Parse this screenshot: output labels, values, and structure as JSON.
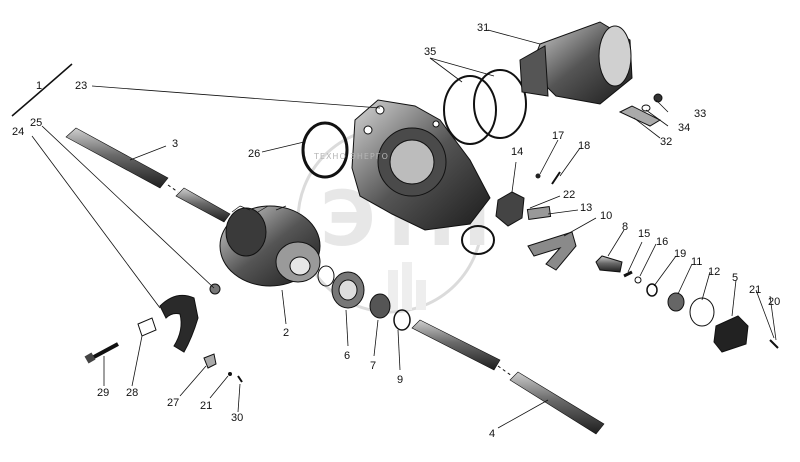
{
  "diagram": {
    "callouts": [
      "1",
      "2",
      "3",
      "4",
      "5",
      "6",
      "7",
      "8",
      "9",
      "10",
      "11",
      "12",
      "13",
      "14",
      "15",
      "16",
      "17",
      "18",
      "19",
      "20",
      "21",
      "21",
      "22",
      "23",
      "24",
      "25",
      "26",
      "27",
      "28",
      "29",
      "30",
      "31",
      "32",
      "33",
      "34",
      "35"
    ],
    "watermark_text": "ТЕХНО ЭНЕРГО",
    "watermark_letters": "ЭТП"
  },
  "colors": {
    "ink": "#111111",
    "metal_dark": "#2a2a2a",
    "metal_mid": "#7a7a7a",
    "metal_light": "#bdbdbd",
    "watermark": "#cfcfcf"
  }
}
